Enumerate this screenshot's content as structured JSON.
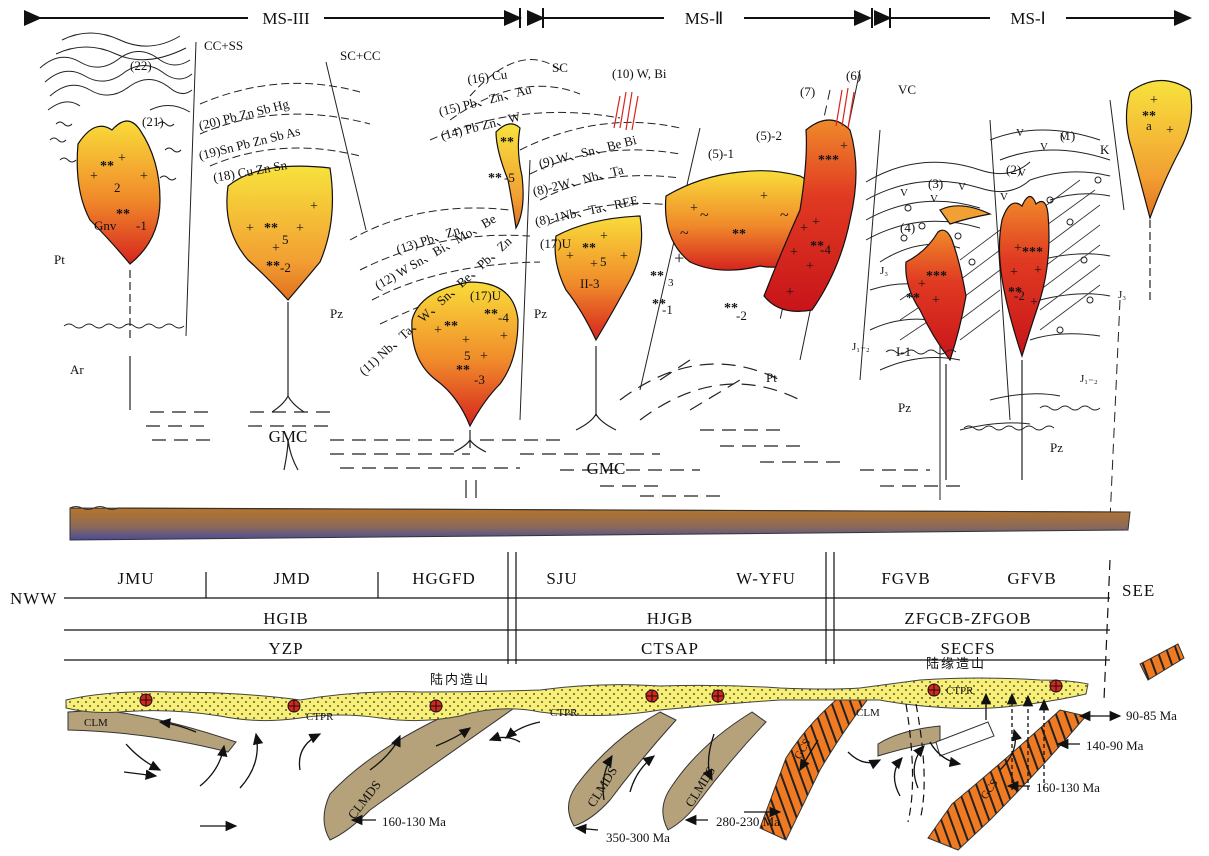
{
  "header": {
    "ms3": "MS-III",
    "ms2": "MS-Ⅱ",
    "ms1": "MS-Ⅰ"
  },
  "crust": {
    "ar": "Ar",
    "pt_left": "Pt",
    "pz_left": "Pz",
    "pz_mid": "Pz",
    "pt_mid": "Pt",
    "pz_r1": "Pz",
    "pz_r2": "Pz",
    "j3_a": "J₃",
    "j3_b": "J₃",
    "j12_a": "J₁₋₂",
    "j12_b": "J₁₋₂",
    "k": "K",
    "gmc1": "GMC",
    "gmc2": "GMC"
  },
  "zones": {
    "cc_ss": "CC+SS",
    "sc_cc": "SC+CC",
    "sc": "SC",
    "vc": "VC"
  },
  "ore_labels": {
    "l22": "(22)",
    "l21": "(21)",
    "l20": "(20) Pb  Zn  Sb  Hg",
    "l19": "(19)Sn  Pb  Zn  Sb  As",
    "l18": "(18) Cu  Zn  Sn",
    "l16": "(16) Cu",
    "l15": "(15) Pb、Zn、Au",
    "l14": "(14) Pb  Zn、W",
    "l13": "(13) Pb、Zn",
    "l12": "(12) W   Sn、Bi、Mo、Be",
    "l11": "(11) Nb、Ta、W、Sn、Be、Pb、Zn",
    "l10": "(10) W, Bi",
    "l9": "(9) W、Sn、Be  Bi",
    "l82": "(8)-2W、Nb、Ta",
    "l81": "(8)-1Nb、Ta、REE",
    "l17a": "(17)U",
    "l17b": "(17)U",
    "l51": "(5)-1",
    "l52": "(5)-2",
    "l7": "(7)",
    "l6": "(6)",
    "l1": "(1)",
    "l2": "(2)",
    "l3": "(3)",
    "l4": "(4)"
  },
  "intrusion_labels": {
    "gnv": "Gnv",
    "i2": "2",
    "i_1": "-1",
    "i5a": "5",
    "i_2a": "-2",
    "i5b": "5",
    "i_4": "-4",
    "i_3": "-3",
    "i_5": "-5",
    "ii3": "II-3",
    "i5c": "5",
    "i3": "3",
    "i_1b": "-1",
    "i_2b": "-2",
    "i_4b": "-4",
    "i11": "I-1",
    "i_2c": "-2",
    "ia": "a"
  },
  "units": {
    "nww": "NWW",
    "see": "SEE",
    "row1": [
      "JMU",
      "JMD",
      "HGGFD",
      "SJU",
      "W-YFU",
      "FGVB",
      "GFVB"
    ],
    "row2": [
      "HGIB",
      "HJGB",
      "ZFGCB-ZFGOB"
    ],
    "row3": [
      "YZP",
      "CTSAP",
      "SECFS"
    ]
  },
  "geodynamic": {
    "intracontinental": "陆内造山",
    "marginal": "陆缘造山",
    "ctpr1": "CTPR",
    "ctpr2": "CTPR",
    "ctpr3": "CTPR",
    "clm1": "CLM",
    "clm2": "CLM",
    "clmds1": "CLMDS",
    "clmds2": "CLMDS",
    "clmds3": "CLMDS",
    "gcs1": "GCS",
    "gcs2": "GCS",
    "age_160_130a": "160-130 Ma",
    "age_350_300": "350-300 Ma",
    "age_280_230": "280-230 Ma",
    "age_90_85": "90-85 Ma",
    "age_140_90": "140-90 Ma",
    "age_160_130b": "160-130 Ma"
  },
  "colors": {
    "granite_top": "#f7d23a",
    "granite_mid": "#f08a2a",
    "granite_bottom": "#d8261e",
    "ctpr": "#f7ef76",
    "lithosphere": "#b5a27a",
    "slab": "#f07a22"
  }
}
